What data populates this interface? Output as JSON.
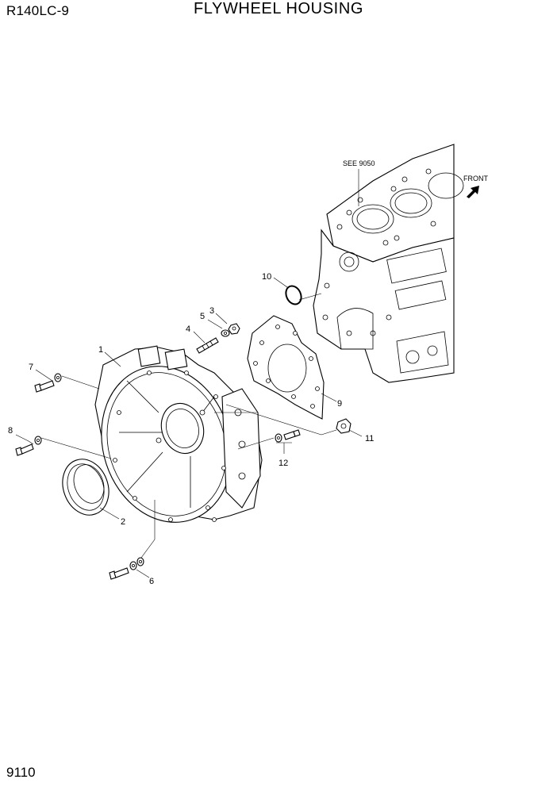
{
  "header": {
    "model": "R140LC-9",
    "title": "FLYWHEEL HOUSING"
  },
  "footer": {
    "page_number": "9110"
  },
  "notes": {
    "see_reference": "SEE 9050",
    "direction": "FRONT"
  },
  "callouts": [
    "1",
    "2",
    "3",
    "4",
    "5",
    "6",
    "7",
    "8",
    "9",
    "10",
    "11",
    "12"
  ]
}
